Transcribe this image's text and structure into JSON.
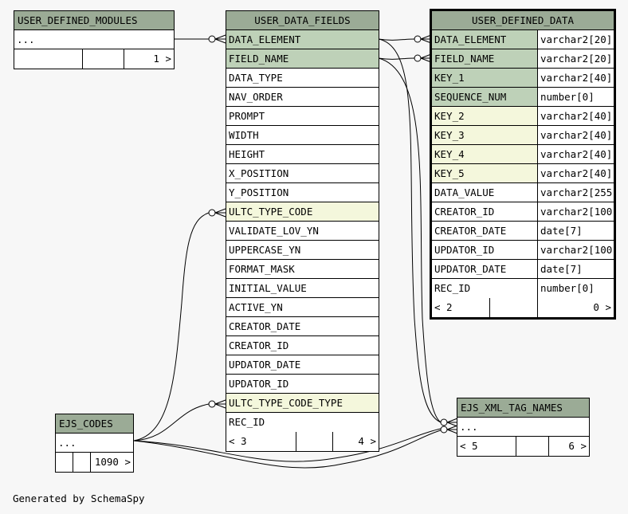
{
  "footer": {
    "credit": "Generated by SchemaSpy"
  },
  "tables": {
    "user_defined_modules": {
      "name": "USER_DEFINED_MODULES",
      "rows": [
        "..."
      ],
      "footer": {
        "left": "",
        "right": "1 >"
      }
    },
    "user_data_fields": {
      "name": "USER_DATA_FIELDS",
      "columns": [
        {
          "name": "DATA_ELEMENT",
          "kind": "pk"
        },
        {
          "name": "FIELD_NAME",
          "kind": "pk"
        },
        {
          "name": "DATA_TYPE",
          "kind": "plain"
        },
        {
          "name": "NAV_ORDER",
          "kind": "plain"
        },
        {
          "name": "PROMPT",
          "kind": "plain"
        },
        {
          "name": "WIDTH",
          "kind": "plain"
        },
        {
          "name": "HEIGHT",
          "kind": "plain"
        },
        {
          "name": "X_POSITION",
          "kind": "plain"
        },
        {
          "name": "Y_POSITION",
          "kind": "plain"
        },
        {
          "name": "ULTC_TYPE_CODE",
          "kind": "fk"
        },
        {
          "name": "VALIDATE_LOV_YN",
          "kind": "plain"
        },
        {
          "name": "UPPERCASE_YN",
          "kind": "plain"
        },
        {
          "name": "FORMAT_MASK",
          "kind": "plain"
        },
        {
          "name": "INITIAL_VALUE",
          "kind": "plain"
        },
        {
          "name": "ACTIVE_YN",
          "kind": "plain"
        },
        {
          "name": "CREATOR_DATE",
          "kind": "plain"
        },
        {
          "name": "CREATOR_ID",
          "kind": "plain"
        },
        {
          "name": "UPDATOR_DATE",
          "kind": "plain"
        },
        {
          "name": "UPDATOR_ID",
          "kind": "plain"
        },
        {
          "name": "ULTC_TYPE_CODE_TYPE",
          "kind": "fk"
        },
        {
          "name": "REC_ID",
          "kind": "plain"
        }
      ],
      "footer": {
        "left": "< 3",
        "right": "4 >"
      }
    },
    "user_defined_data": {
      "name": "USER_DEFINED_DATA",
      "columns": [
        {
          "name": "DATA_ELEMENT",
          "type": "varchar2[20]",
          "kind": "pk"
        },
        {
          "name": "FIELD_NAME",
          "type": "varchar2[20]",
          "kind": "pk"
        },
        {
          "name": "KEY_1",
          "type": "varchar2[40]",
          "kind": "pk"
        },
        {
          "name": "SEQUENCE_NUM",
          "type": "number[0]",
          "kind": "pk"
        },
        {
          "name": "KEY_2",
          "type": "varchar2[40]",
          "kind": "fk"
        },
        {
          "name": "KEY_3",
          "type": "varchar2[40]",
          "kind": "fk"
        },
        {
          "name": "KEY_4",
          "type": "varchar2[40]",
          "kind": "fk"
        },
        {
          "name": "KEY_5",
          "type": "varchar2[40]",
          "kind": "fk"
        },
        {
          "name": "DATA_VALUE",
          "type": "varchar2[255]",
          "kind": "plain"
        },
        {
          "name": "CREATOR_ID",
          "type": "varchar2[100]",
          "kind": "plain"
        },
        {
          "name": "CREATOR_DATE",
          "type": "date[7]",
          "kind": "plain"
        },
        {
          "name": "UPDATOR_ID",
          "type": "varchar2[100]",
          "kind": "plain"
        },
        {
          "name": "UPDATOR_DATE",
          "type": "date[7]",
          "kind": "plain"
        },
        {
          "name": "REC_ID",
          "type": "number[0]",
          "kind": "plain"
        }
      ],
      "footer": {
        "left": "< 2",
        "right": "0 >"
      }
    },
    "ejs_codes": {
      "name": "EJS_CODES",
      "rows": [
        "..."
      ],
      "footer": {
        "left": "",
        "right": "1090 >"
      }
    },
    "ejs_xml_tag_names": {
      "name": "EJS_XML_TAG_NAMES",
      "rows": [
        "..."
      ],
      "footer": {
        "left": "< 5",
        "right": "6 >"
      }
    }
  },
  "colors": {
    "header": "#9bab96",
    "primary_key": "#bed1b8",
    "foreign_key": "#f4f7dc",
    "background": "#f7f7f7"
  }
}
